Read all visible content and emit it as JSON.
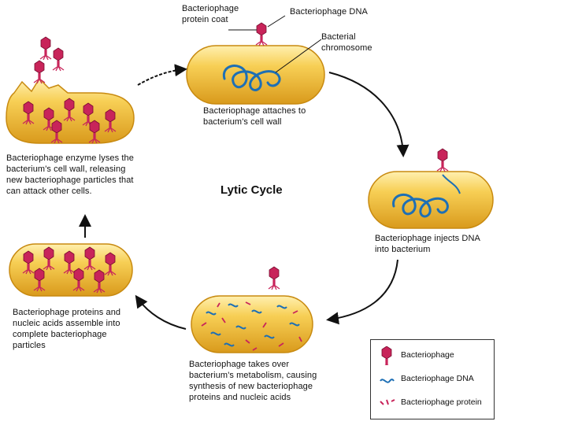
{
  "title": "Lytic Cycle",
  "labels": {
    "coat": "Bacteriophage\nprotein coat",
    "dna": "Bacteriophage DNA",
    "chromosome": "Bacterial\nchromosome",
    "attach": "Bacteriophage attaches to\nbacterium's cell wall",
    "inject": "Bacteriophage injects DNA\ninto bacterium",
    "takeover": "Bacteriophage takes over\nbacterium's metabolism, causing\nsynthesis of new bacteriophage\nproteins and nucleic acids",
    "assemble": "Bacteriophage proteins and\nnucleic acids assemble into\ncomplete bacteriophage\nparticles",
    "lyse": "Bacteriophage enzyme lyses the\nbacterium's cell wall, releasing\nnew bacteriophage particles that\ncan attack other cells."
  },
  "legend": {
    "phage": "Bacteriophage",
    "dna": "Bacteriophage DNA",
    "protein": "Bacteriophage protein"
  },
  "colors": {
    "cell_fill": "#f3c444",
    "cell_edge": "#c88a10",
    "phage": "#c8245a",
    "dna": "#1d6fb5",
    "arrow": "#111111"
  }
}
